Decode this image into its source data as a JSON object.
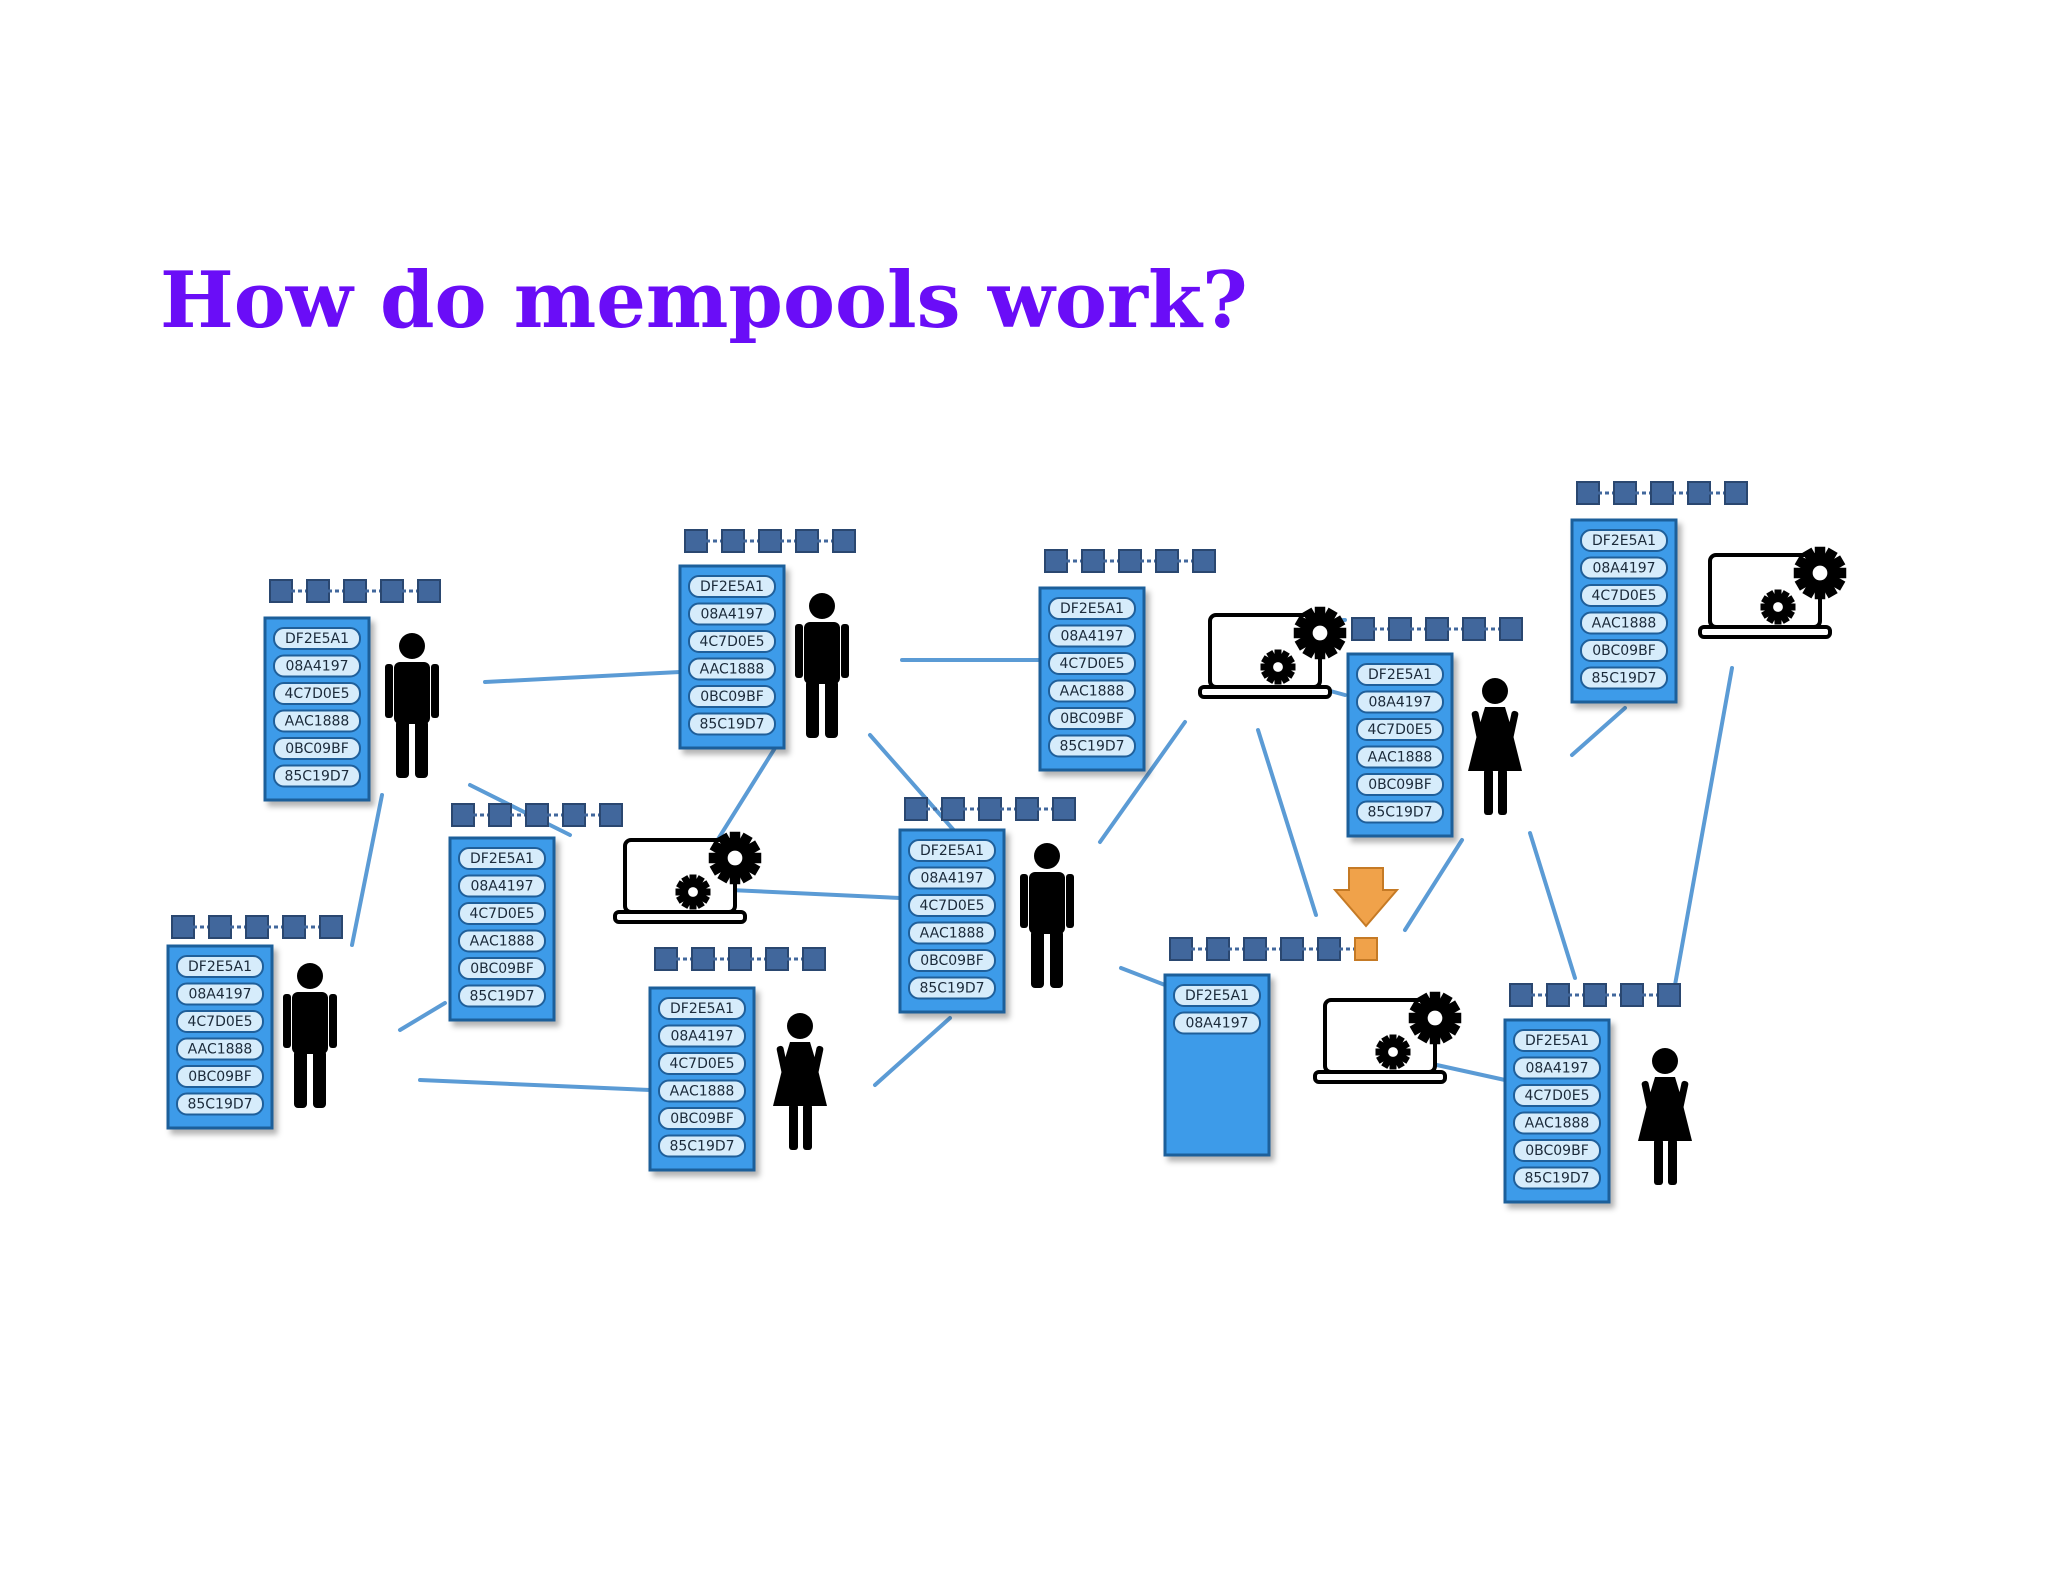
{
  "title": "How do mempools work?",
  "colors": {
    "title": "#6a0df7",
    "link_line": "#5b9bd5",
    "ledger_fill": "#3d9be9",
    "ledger_border": "#1f5f9a",
    "tx_pill": "#d6ecfb",
    "block_square": "#41679c",
    "new_block": "#f0a24a",
    "person": "#000000"
  },
  "transactions": [
    "DF2E5A1",
    "08A4197",
    "4C7D0E5",
    "AAC1888",
    "0BC09BF",
    "85C19D7"
  ],
  "nodes": [
    {
      "id": "n1",
      "kind": "man",
      "tx_count": 6
    },
    {
      "id": "n2",
      "kind": "man",
      "tx_count": 6
    },
    {
      "id": "n3",
      "kind": "miner",
      "tx_count": 6
    },
    {
      "id": "n4",
      "kind": "woman",
      "tx_count": 6
    },
    {
      "id": "n5",
      "kind": "man",
      "tx_count": 6
    },
    {
      "id": "n6",
      "kind": "man",
      "tx_count": 6
    },
    {
      "id": "n7",
      "kind": "miner",
      "tx_count": 6
    },
    {
      "id": "n8",
      "kind": "miner",
      "tx_count": 2,
      "new_block": true
    },
    {
      "id": "n9",
      "kind": "woman",
      "tx_count": 6
    },
    {
      "id": "n10",
      "kind": "miner",
      "tx_count": 6
    },
    {
      "id": "n11",
      "kind": "woman",
      "tx_count": 6
    }
  ]
}
